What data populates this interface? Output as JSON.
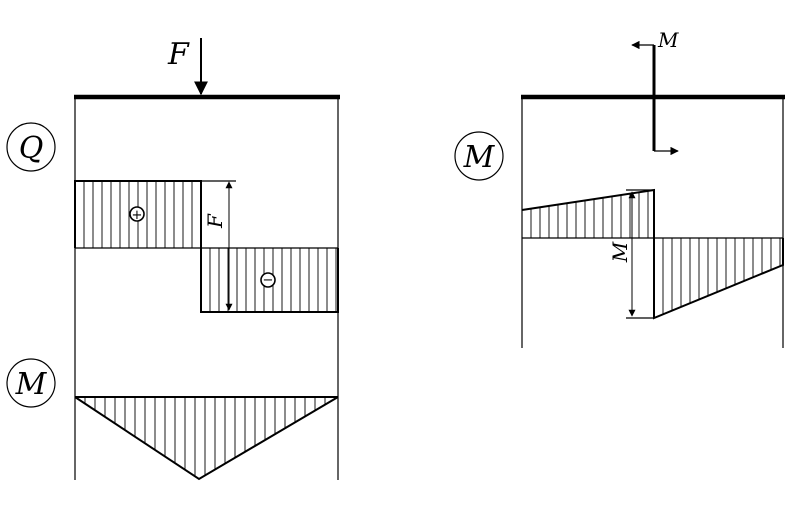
{
  "left_figure": {
    "force_label": "F",
    "shear_tag": "Q",
    "moment_tag": "M",
    "shear_jump_label": "F",
    "positive_sign": "+",
    "negative_sign": "−"
  },
  "right_figure": {
    "couple_label": "M",
    "moment_tag": "M",
    "moment_jump_label": "M"
  }
}
